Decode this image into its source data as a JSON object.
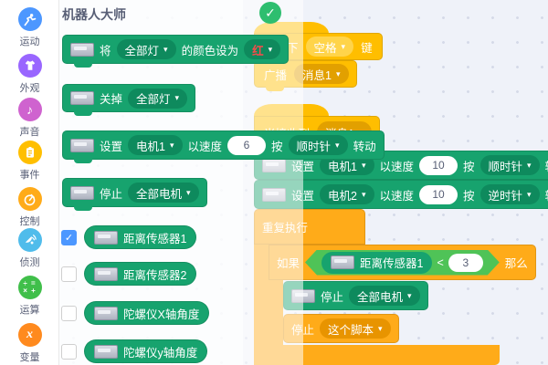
{
  "header": {
    "title": "机器人大师"
  },
  "icons": {
    "arrow": "▾",
    "check": "✓",
    "note": "♪",
    "op_row1": "÷ =",
    "op_row2": "× +",
    "var_x": "x"
  },
  "sidebar": {
    "items": [
      {
        "label": "运动",
        "color": "#4C97FF",
        "icon": "motion-icon"
      },
      {
        "label": "外观",
        "color": "#9966FF",
        "icon": "looks-icon"
      },
      {
        "label": "声音",
        "color": "#CF63CF",
        "icon": "sound-icon"
      },
      {
        "label": "事件",
        "color": "#FFBF00",
        "icon": "events-icon"
      },
      {
        "label": "控制",
        "color": "#FFAB19",
        "icon": "control-icon"
      },
      {
        "label": "侦测",
        "color": "#50BCEB",
        "icon": "sensing-icon"
      },
      {
        "label": "运算",
        "color": "#40BF4A",
        "icon": "operators-icon"
      },
      {
        "label": "变量",
        "color": "#FF8A1E",
        "icon": "variables-icon"
      }
    ]
  },
  "palette": {
    "set_light": {
      "a": "将",
      "d1": "全部灯",
      "b": "的颜色设为",
      "d2": "红"
    },
    "light_off": {
      "a": "关掉",
      "d1": "全部灯"
    },
    "set_motor": {
      "a": "设置",
      "d1": "电机1",
      "b": "以速度",
      "v": "6",
      "c": "按",
      "d2": "顺时针",
      "e": "转动"
    },
    "stop_motor": {
      "a": "停止",
      "d1": "全部电机"
    },
    "reporters": [
      {
        "label": "距离传感器1",
        "checked": true
      },
      {
        "label": "距离传感器2",
        "checked": false
      },
      {
        "label": "陀螺仪X轴角度",
        "checked": false
      },
      {
        "label": "陀螺仪y轴角度",
        "checked": false
      }
    ]
  },
  "script": {
    "hat_key": {
      "a": "当按下",
      "d1": "空格",
      "b": "键"
    },
    "broadcast": {
      "a": "广播",
      "d1": "消息1"
    },
    "hat_receive": {
      "a": "当接收到",
      "d1": "消息1"
    },
    "motor1": {
      "a": "设置",
      "d1": "电机1",
      "b": "以速度",
      "v": "10",
      "c": "按",
      "d2": "顺时针",
      "e": "转动"
    },
    "motor2": {
      "a": "设置",
      "d1": "电机2",
      "b": "以速度",
      "v": "10",
      "c": "按",
      "d2": "逆时针",
      "e": "转动"
    },
    "forever": {
      "label": "重复执行"
    },
    "if_block": {
      "a": "如果",
      "sensor": "距离传感器1",
      "op": "<",
      "v": "3",
      "b": "那么"
    },
    "stop_motors": {
      "a": "停止",
      "d1": "全部电机"
    },
    "stop_script": {
      "a": "停止",
      "d1": "这个脚本"
    }
  },
  "colors": {
    "block_green": "#17A36E",
    "block_green_dark": "#0E8A5D",
    "events_yellow": "#FFBE00",
    "yellow_dark": "#E2A000",
    "yellow_light": "#FFD44A",
    "control_orange": "#FFAB19",
    "orange_dark": "#E89400",
    "operators_green": "#4FC357",
    "red_option": "#FA4B4B",
    "saved_check_green": "#2EBE6F",
    "checkbox_blue": "#4C97FF"
  }
}
